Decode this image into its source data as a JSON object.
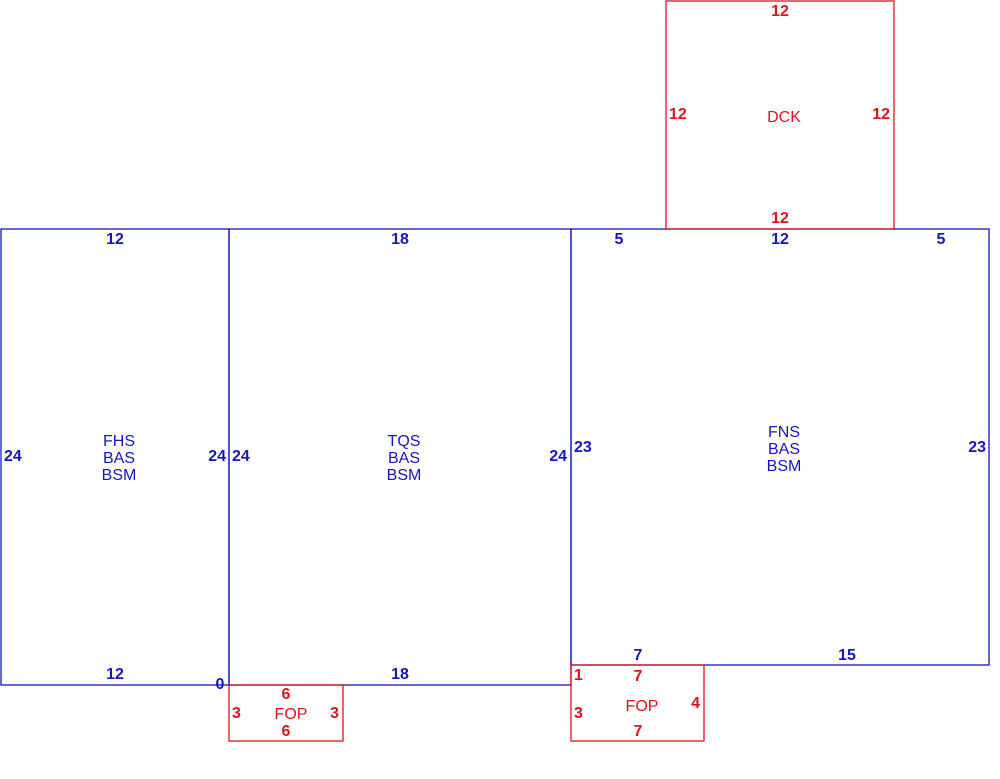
{
  "colors": {
    "main_area": "#1515c8",
    "other_area": "#e0131d"
  },
  "sketch": {
    "fhs": {
      "codes": [
        "FHS",
        "BAS",
        "BSM"
      ],
      "top": "12",
      "bottom": "12",
      "left": "24",
      "right": "24"
    },
    "tqs": {
      "codes": [
        "TQS",
        "BAS",
        "BSM"
      ],
      "top": "18",
      "bottom": "18",
      "left": "24",
      "right": "24",
      "corner": "0"
    },
    "fns": {
      "codes": [
        "FNS",
        "BAS",
        "BSM"
      ],
      "top_left": "5",
      "top_mid": "12",
      "top_right": "5",
      "left": "23",
      "right": "23",
      "bottom_left": "7",
      "bottom_right": "15"
    },
    "dck": {
      "code": "DCK",
      "top": "12",
      "bottom": "12",
      "left": "12",
      "right": "12"
    },
    "fop1": {
      "code": "FOP",
      "top": "6",
      "bottom": "6",
      "left": "3",
      "right": "3"
    },
    "fop2": {
      "code": "FOP",
      "top": "7",
      "bottom": "7",
      "left": "3",
      "right": "4",
      "corner": "1"
    }
  }
}
